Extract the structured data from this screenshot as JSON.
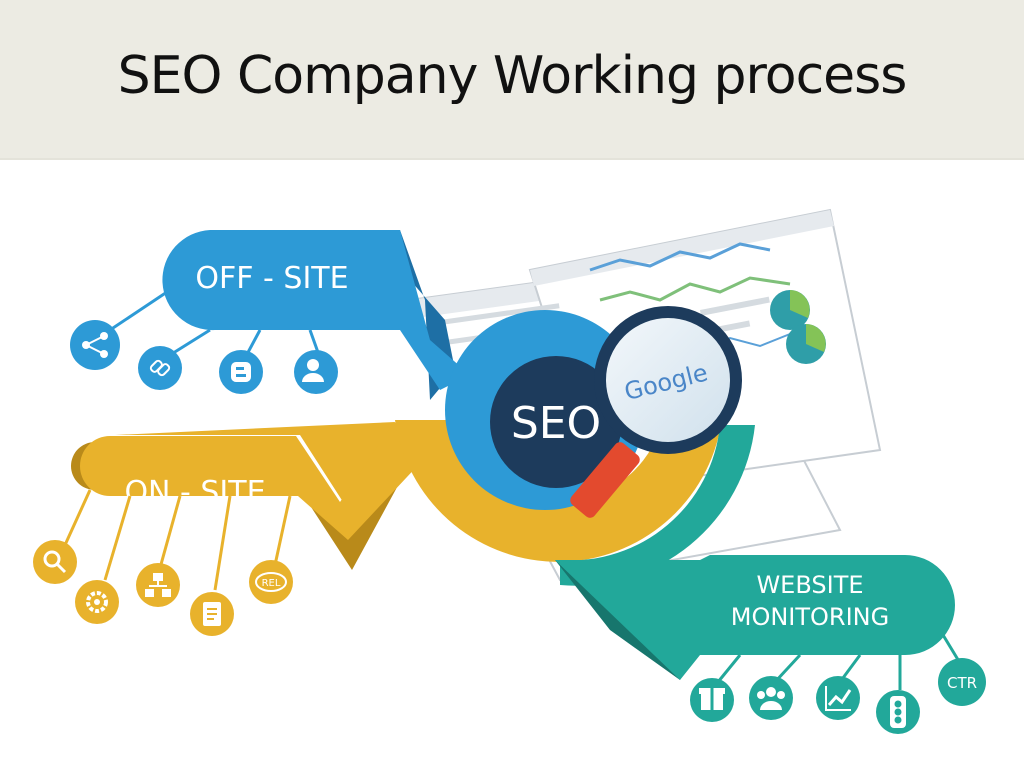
{
  "slide": {
    "title": "SEO Company Working process"
  },
  "diagram": {
    "center_label": "SEO",
    "search_brand": "Google",
    "off_site": {
      "label": "OFF - SITE"
    },
    "on_site": {
      "label": "ON - SITE"
    },
    "monitoring": {
      "line1": "WEBSITE",
      "line2": "MONITORING",
      "ctr": "CTR"
    },
    "rel_badge": "REL",
    "colors": {
      "blue": "#2d9ad6",
      "dark_blue": "#1e6fa5",
      "yellow": "#e8b22c",
      "dark_yellow": "#b98a1a",
      "teal": "#22a89a",
      "dark_teal": "#17766d",
      "navy": "#1d3b5c"
    }
  }
}
